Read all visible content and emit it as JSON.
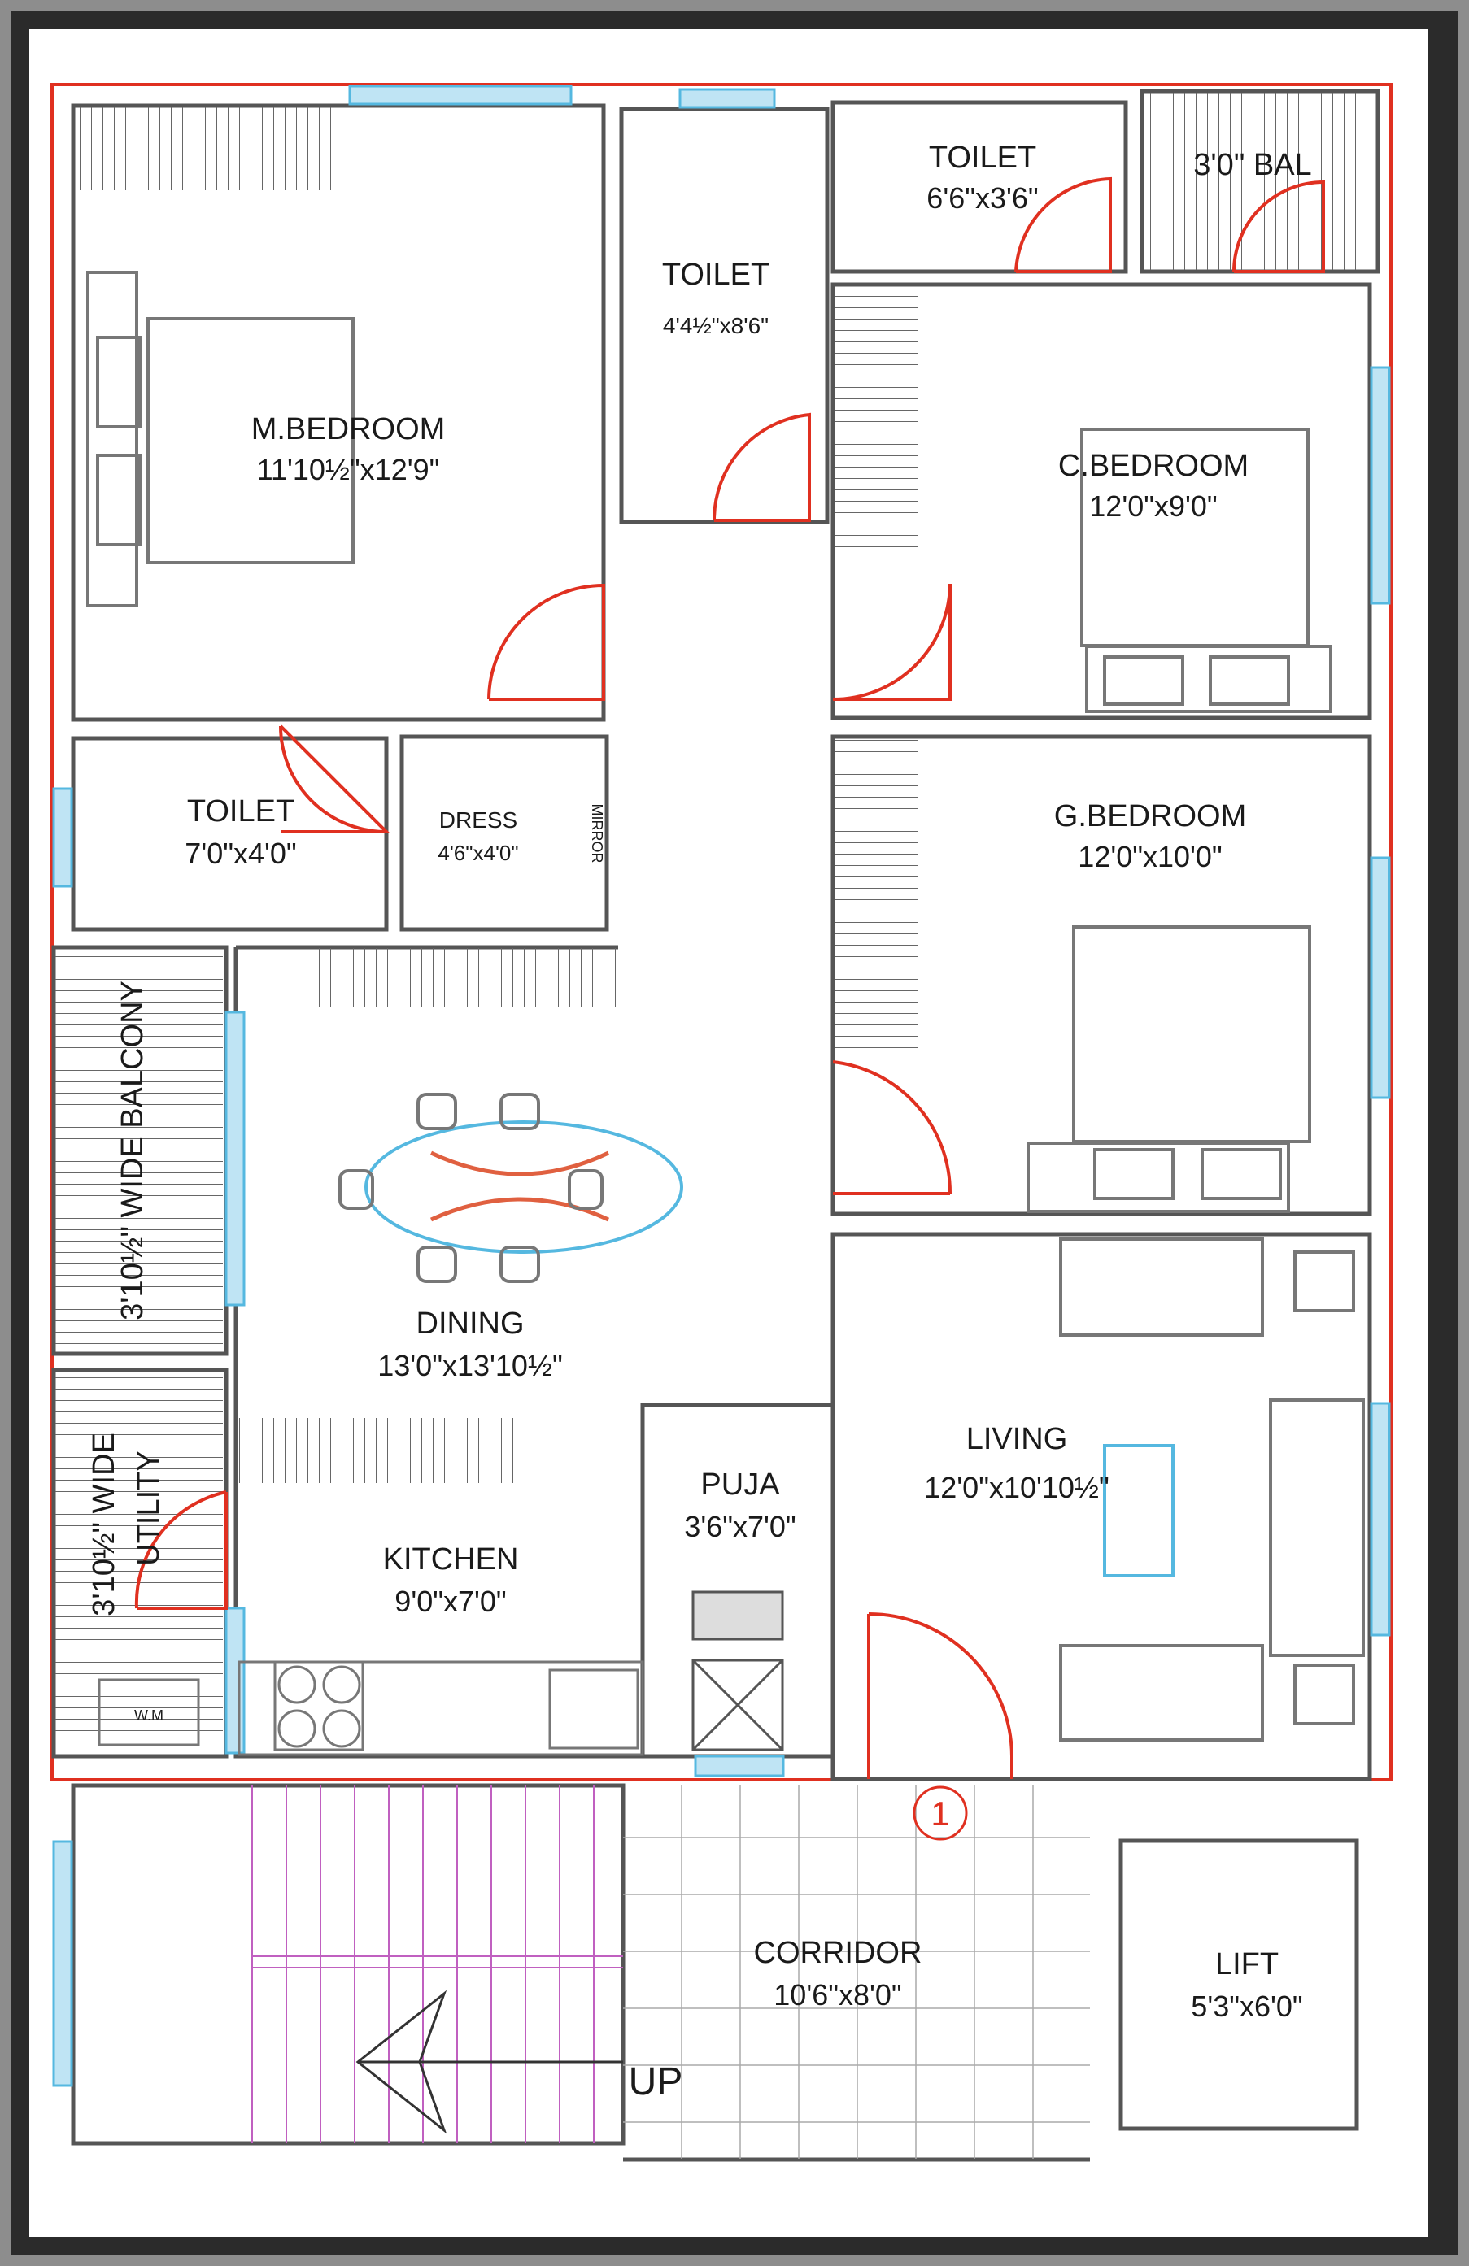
{
  "rooms": {
    "master_bedroom": {
      "name": "M.BEDROOM",
      "dim": "11'10½\"x12'9\""
    },
    "toilet_center": {
      "name": "TOILET",
      "dim": "4'4½\"x8'6\""
    },
    "toilet_top": {
      "name": "TOILET",
      "dim": "6'6\"x3'6\""
    },
    "balcony_top": {
      "name": "3'0\" BAL"
    },
    "child_bedroom": {
      "name": "C.BEDROOM",
      "dim": "12'0\"x9'0\""
    },
    "toilet_master": {
      "name": "TOILET",
      "dim": "7'0\"x4'0\""
    },
    "dress": {
      "name": "DRESS",
      "dim": "4'6\"x4'0\"",
      "mirror": "MIRROR"
    },
    "guest_bedroom": {
      "name": "G.BEDROOM",
      "dim": "12'0\"x10'0\""
    },
    "balcony_side": {
      "name": "3'10½\" WIDE BALCONY"
    },
    "dining": {
      "name": "DINING",
      "dim": "13'0\"x13'10½\""
    },
    "utility": {
      "name1": "3'10½\" WIDE",
      "name2": "UTILITY"
    },
    "kitchen": {
      "name": "KITCHEN",
      "dim": "9'0\"x7'0\""
    },
    "washing_machine": {
      "label": "W.M"
    },
    "puja": {
      "name": "PUJA",
      "dim": "3'6\"x7'0\""
    },
    "living": {
      "name": "LIVING",
      "dim": "12'0\"x10'10½\""
    },
    "corridor": {
      "name": "CORRIDOR",
      "dim": "10'6\"x8'0\""
    },
    "lift": {
      "name": "LIFT",
      "dim": "5'3\"x6'0\""
    },
    "stairs": {
      "label": "UP"
    },
    "entrance_marker": {
      "label": "1"
    }
  },
  "colors": {
    "wall": "#555555",
    "boundary": "#e03020",
    "window": "#55b8e0",
    "stair": "#c060c0",
    "paper": "#ffffff"
  }
}
